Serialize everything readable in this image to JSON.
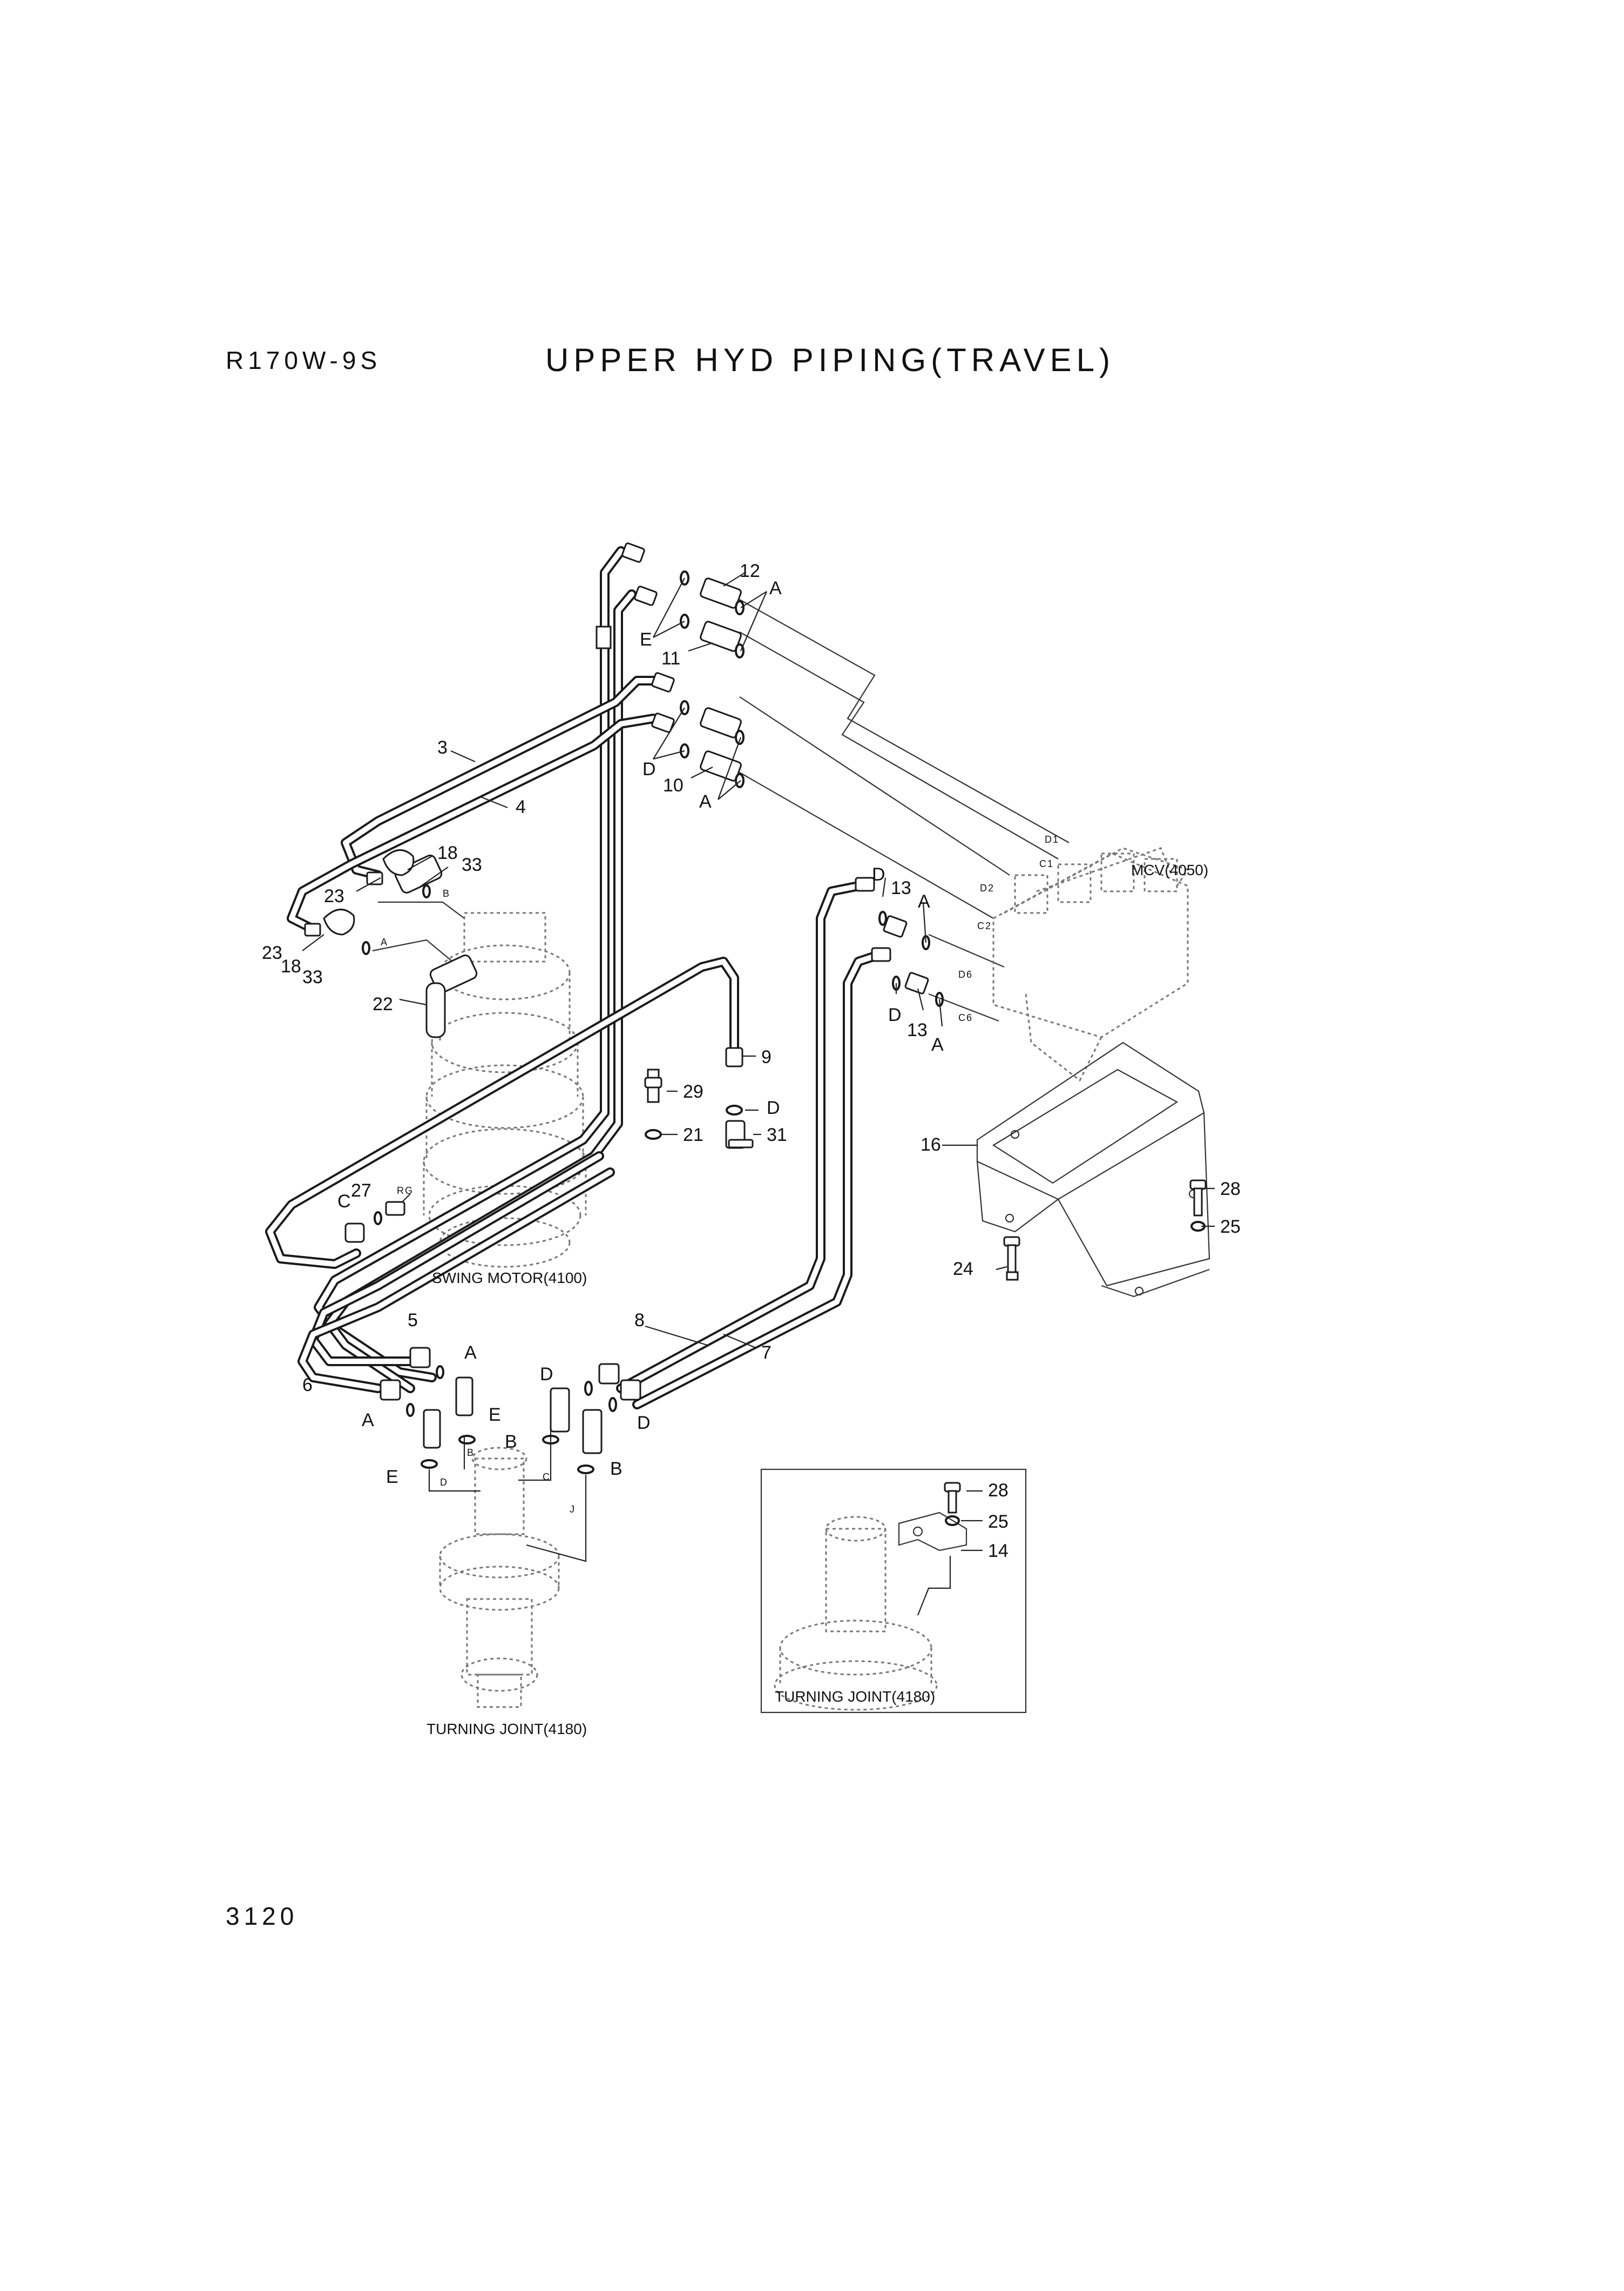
{
  "header": {
    "model": "R170W-9S",
    "title": "UPPER HYD PIPING(TRAVEL)"
  },
  "footer": {
    "page_number": "3120"
  },
  "components": {
    "mcv": "MCV(4050)",
    "swing_motor": "SWING MOTOR(4100)",
    "turning_joint": "TURNING JOINT(4180)",
    "turning_joint_detail": "TURNING JOINT(4180)"
  },
  "callouts": {
    "p12": "12",
    "p11": "11",
    "p10": "10",
    "p3": "3",
    "p4": "4",
    "p18a": "18",
    "p18b": "18",
    "p33a": "33",
    "p33b": "33",
    "p23a": "23",
    "p23b": "23",
    "p22": "22",
    "p9": "9",
    "p29": "29",
    "p21": "21",
    "p31": "31",
    "p27": "27",
    "p13a": "13",
    "p13b": "13",
    "p16": "16",
    "p28a": "28",
    "p25a": "25",
    "p24": "24",
    "p5": "5",
    "p6": "6",
    "p8": "8",
    "p7": "7",
    "p28b": "28",
    "p25b": "25",
    "p14": "14"
  },
  "letters": {
    "a1": "A",
    "e1": "E",
    "d1": "D",
    "a2": "A",
    "d2": "D",
    "a3": "A",
    "d3": "D",
    "a4": "A",
    "c1": "C",
    "dd": "D",
    "a5": "A",
    "a6": "A",
    "e2": "E",
    "e3": "E",
    "d4": "D",
    "b1": "B",
    "d5": "D",
    "b2": "B"
  },
  "ports": {
    "d1": "D1",
    "c1": "C1",
    "d2": "D2",
    "c2": "C2",
    "d6": "D6",
    "c6": "C6",
    "b": "B",
    "a": "A",
    "rg": "RG",
    "tb": "B",
    "td": "D",
    "tc": "C",
    "tj": "J"
  }
}
